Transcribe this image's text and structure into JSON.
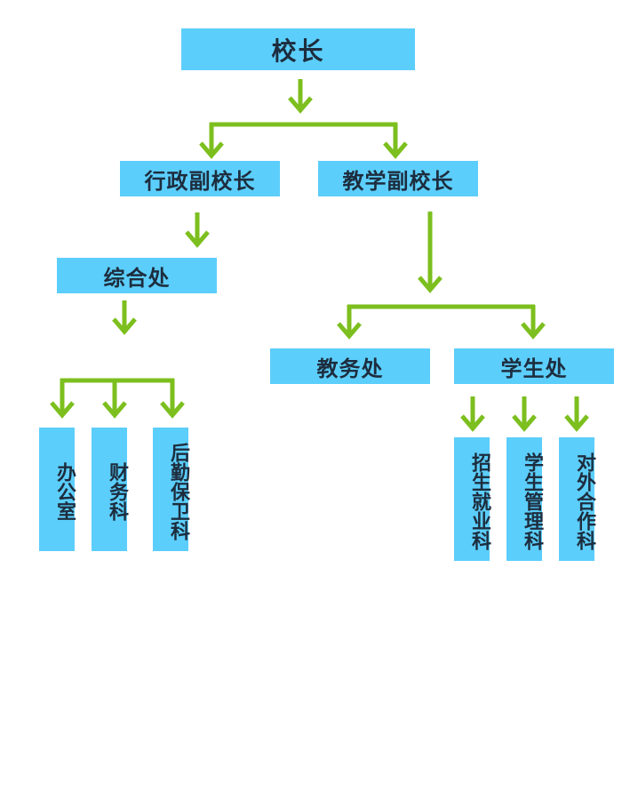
{
  "nodes": {
    "principal": "校长",
    "admin_vp": "行政副校长",
    "teaching_vp": "教学副校长",
    "general_office": "综合处",
    "academic_affairs": "教务处",
    "student_affairs": "学生处",
    "office": "办公室",
    "finance": "财务科",
    "logistics": "后勤保卫科",
    "admissions": "招生就业科",
    "student_mgmt": "学生管理科",
    "external_coop": "对外合作科"
  },
  "colors": {
    "box": "#5ccefb",
    "text": "#1d2d3e",
    "arrow": "#7cbf1e"
  }
}
